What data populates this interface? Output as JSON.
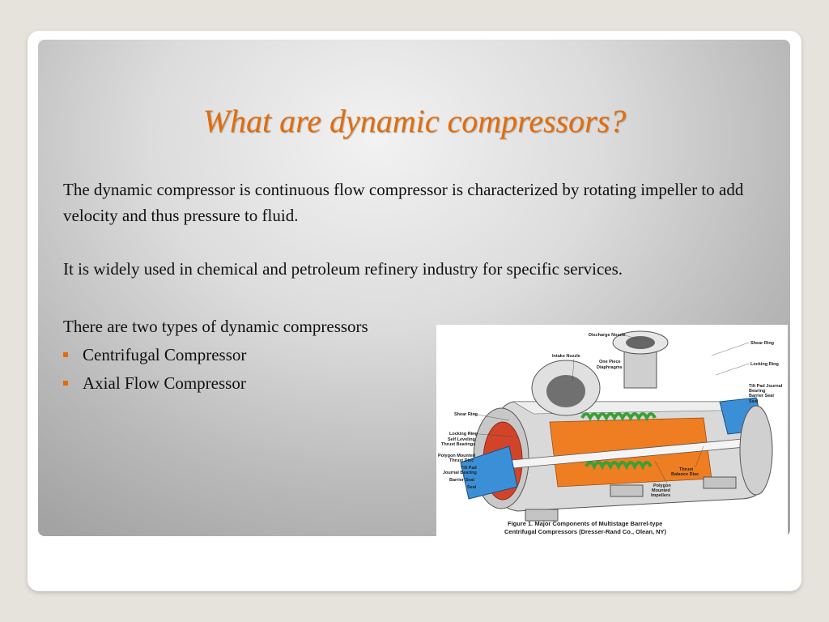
{
  "slide": {
    "title": "What are dynamic compressors?",
    "paragraphs": [
      "The dynamic compressor is continuous flow compressor is characterized by rotating impeller to add velocity and thus pressure to fluid.",
      "It is widely used in chemical and petroleum refinery industry for specific services.",
      "There are two types of dynamic compressors"
    ],
    "bullets": [
      "Centrifugal Compressor",
      "Axial Flow Compressor"
    ],
    "colors": {
      "accent": "#e36c0a",
      "text": "#111111"
    }
  },
  "figure": {
    "labels": {
      "discharge_nozzle": "Discharge Nozzle",
      "shear_ring_top": "Shear Ring",
      "intake_nozzle": "Intake Nozzle",
      "one_piece": "One Piece",
      "diaphragms": "Diaphragms",
      "locking_ring_top": "Locking Ring",
      "tilt_pad_journal_right_1": "Tilt Pad Journal",
      "tilt_pad_journal_right_2": "Bearing",
      "barrier_seal_right": "Barrier Seal",
      "seal_right": "Seal",
      "shear_ring_left": "Shear Ring",
      "locking_ring_left": "Locking Ring",
      "self_leveling_1": "Self Leveling",
      "self_leveling_2": "Thrust Bearings",
      "polygon_thrust_1": "Polygon Mounted",
      "polygon_thrust_2": "Thrust Disc",
      "tilt_pad_left_1": "Tilt Pad",
      "tilt_pad_left_2": "Journal Bearing",
      "barrier_seal_left": "Barrier Seal",
      "seal_left": "Seal",
      "thrust_balance_1": "Thrust",
      "thrust_balance_2": "Balance Disc",
      "polygon_impellers_1": "Polygon",
      "polygon_impellers_2": "Mounted",
      "polygon_impellers_3": "Impellers"
    },
    "caption_line1": "Figure 1. Major Components of Multistage Barrel-type",
    "caption_line2": "Centrifugal Compressors (Dresser-Rand Co., Olean, NY)"
  }
}
